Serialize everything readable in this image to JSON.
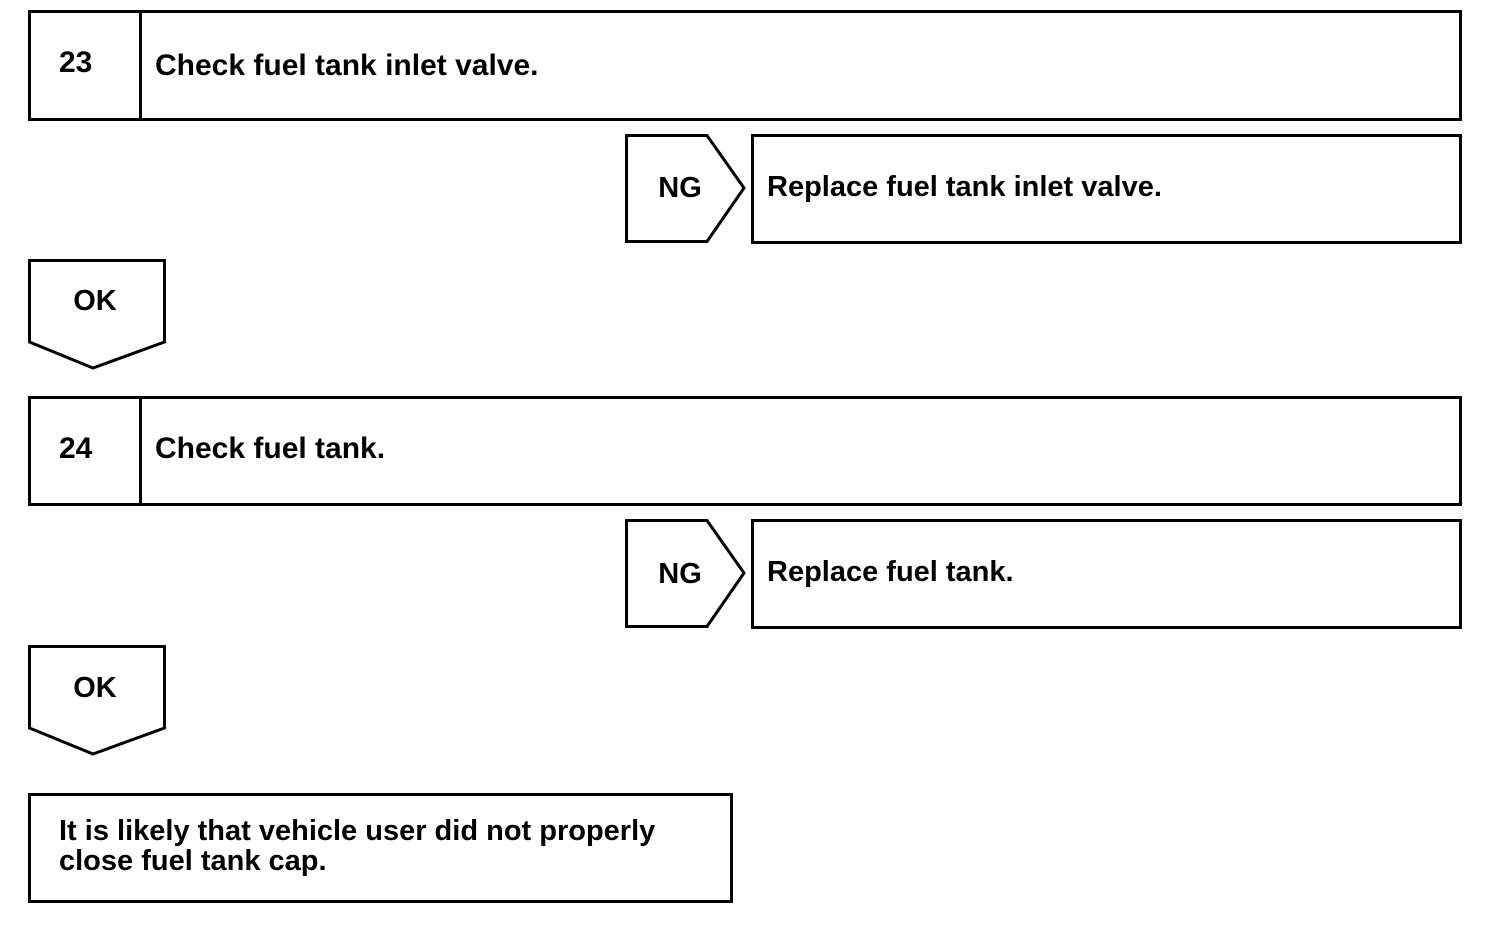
{
  "flowchart": {
    "steps": [
      {
        "number": "23",
        "title": "Check fuel tank inlet valve.",
        "ng_label": "NG",
        "ng_action": "Replace fuel tank inlet valve.",
        "ok_label": "OK"
      },
      {
        "number": "24",
        "title": "Check fuel tank.",
        "ng_label": "NG",
        "ng_action": "Replace fuel tank.",
        "ok_label": "OK"
      }
    ],
    "conclusion": "It is likely that vehicle user did not properly\nclose fuel tank cap."
  }
}
